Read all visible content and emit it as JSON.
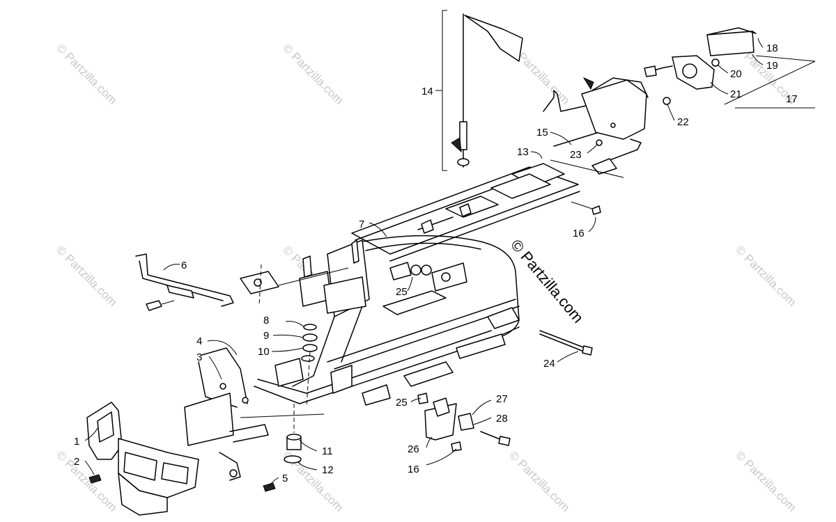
{
  "callouts": [
    {
      "id": "c1",
      "label": "1"
    },
    {
      "id": "c2",
      "label": "2"
    },
    {
      "id": "c3",
      "label": "3"
    },
    {
      "id": "c4",
      "label": "4"
    },
    {
      "id": "c5",
      "label": "5"
    },
    {
      "id": "c6",
      "label": "6"
    },
    {
      "id": "c7",
      "label": "7"
    },
    {
      "id": "c8",
      "label": "8"
    },
    {
      "id": "c9",
      "label": "9"
    },
    {
      "id": "c10",
      "label": "10"
    },
    {
      "id": "c11",
      "label": "11"
    },
    {
      "id": "c12",
      "label": "12"
    },
    {
      "id": "c13",
      "label": "13"
    },
    {
      "id": "c14",
      "label": "14"
    },
    {
      "id": "c15",
      "label": "15"
    },
    {
      "id": "c16a",
      "label": "16"
    },
    {
      "id": "c16b",
      "label": "16"
    },
    {
      "id": "c17",
      "label": "17"
    },
    {
      "id": "c18",
      "label": "18"
    },
    {
      "id": "c19",
      "label": "19"
    },
    {
      "id": "c20",
      "label": "20"
    },
    {
      "id": "c21",
      "label": "21"
    },
    {
      "id": "c22",
      "label": "22"
    },
    {
      "id": "c23",
      "label": "23"
    },
    {
      "id": "c24",
      "label": "24"
    },
    {
      "id": "c25a",
      "label": "25"
    },
    {
      "id": "c25b",
      "label": "25"
    },
    {
      "id": "c26",
      "label": "26"
    },
    {
      "id": "c27",
      "label": "27"
    },
    {
      "id": "c28",
      "label": "28"
    }
  ],
  "brand_text": "© Partzilla.com",
  "watermark_text": "© Partzilla.com"
}
